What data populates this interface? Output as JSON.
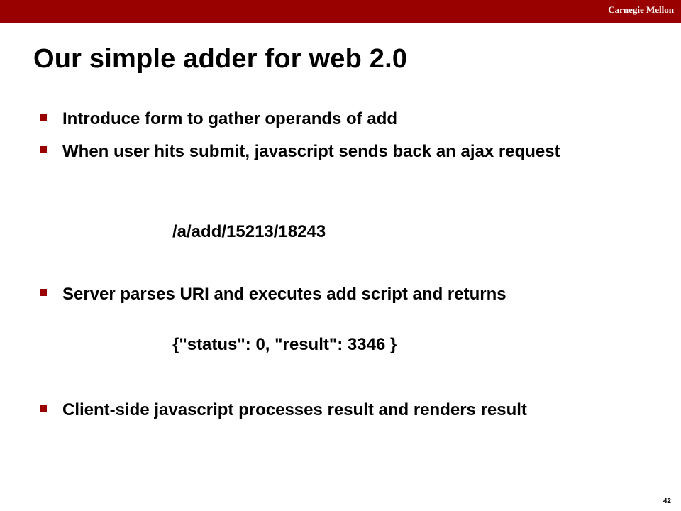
{
  "header": {
    "brand": "Carnegie Mellon",
    "accent_color": "#990000"
  },
  "slide": {
    "title": "Our simple adder for web 2.0",
    "bullets": [
      {
        "text": "Introduce form to gather operands of add"
      },
      {
        "text": "When user hits submit, javascript sends back an ajax request"
      },
      {
        "text": "Server parses URI and executes add script and returns"
      },
      {
        "text": "Client-side javascript processes result and renders result"
      }
    ],
    "request_path": "/a/add/15213/18243",
    "response_json": "{\"status\": 0, \"result\": 3346 }",
    "page_number": "42"
  }
}
